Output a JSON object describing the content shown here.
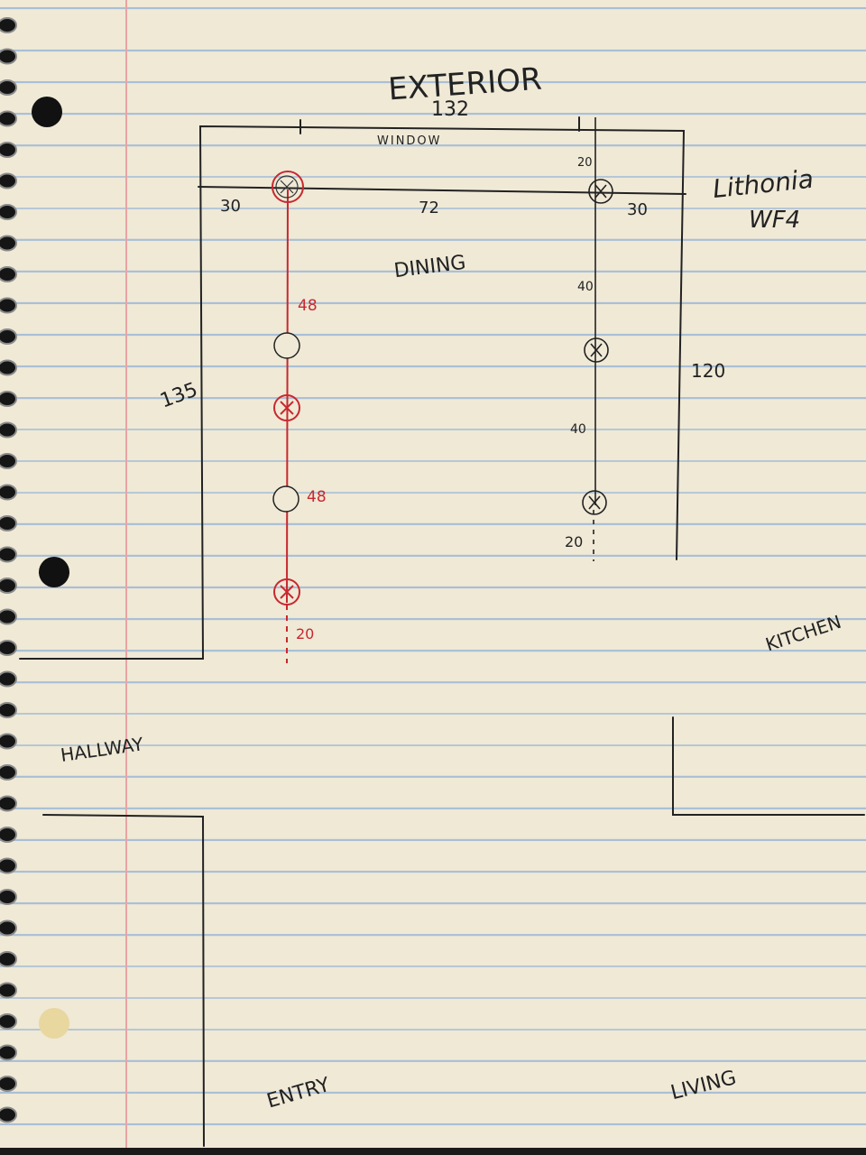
{
  "rooms": {
    "exterior": "EXTERIOR",
    "window": "WINDOW",
    "dining": "DINING",
    "kitchen": "KITCHEN",
    "hallway": "HALLWAY",
    "entry": "ENTRY",
    "living": "LIVING"
  },
  "fixture": {
    "brand": "Lithonia",
    "model": "WF4"
  },
  "dimensions": {
    "room_width": "132",
    "room_depth_left": "135",
    "room_depth_right": "120",
    "left_offset": "30",
    "center_span": "72",
    "right_offset": "30",
    "right_top_gap": "20",
    "right_spacing_1": "40",
    "right_spacing_2": "40",
    "right_bottom_gap": "20",
    "left_spacing_1": "48",
    "left_spacing_2": "48",
    "left_bottom_gap": "20"
  },
  "colors": {
    "ink": "#222222",
    "red_ink": "#c8282f",
    "paper": "#efe9d6",
    "rule_blue": "#a9bfd6",
    "margin_red": "#e8a4a4"
  }
}
